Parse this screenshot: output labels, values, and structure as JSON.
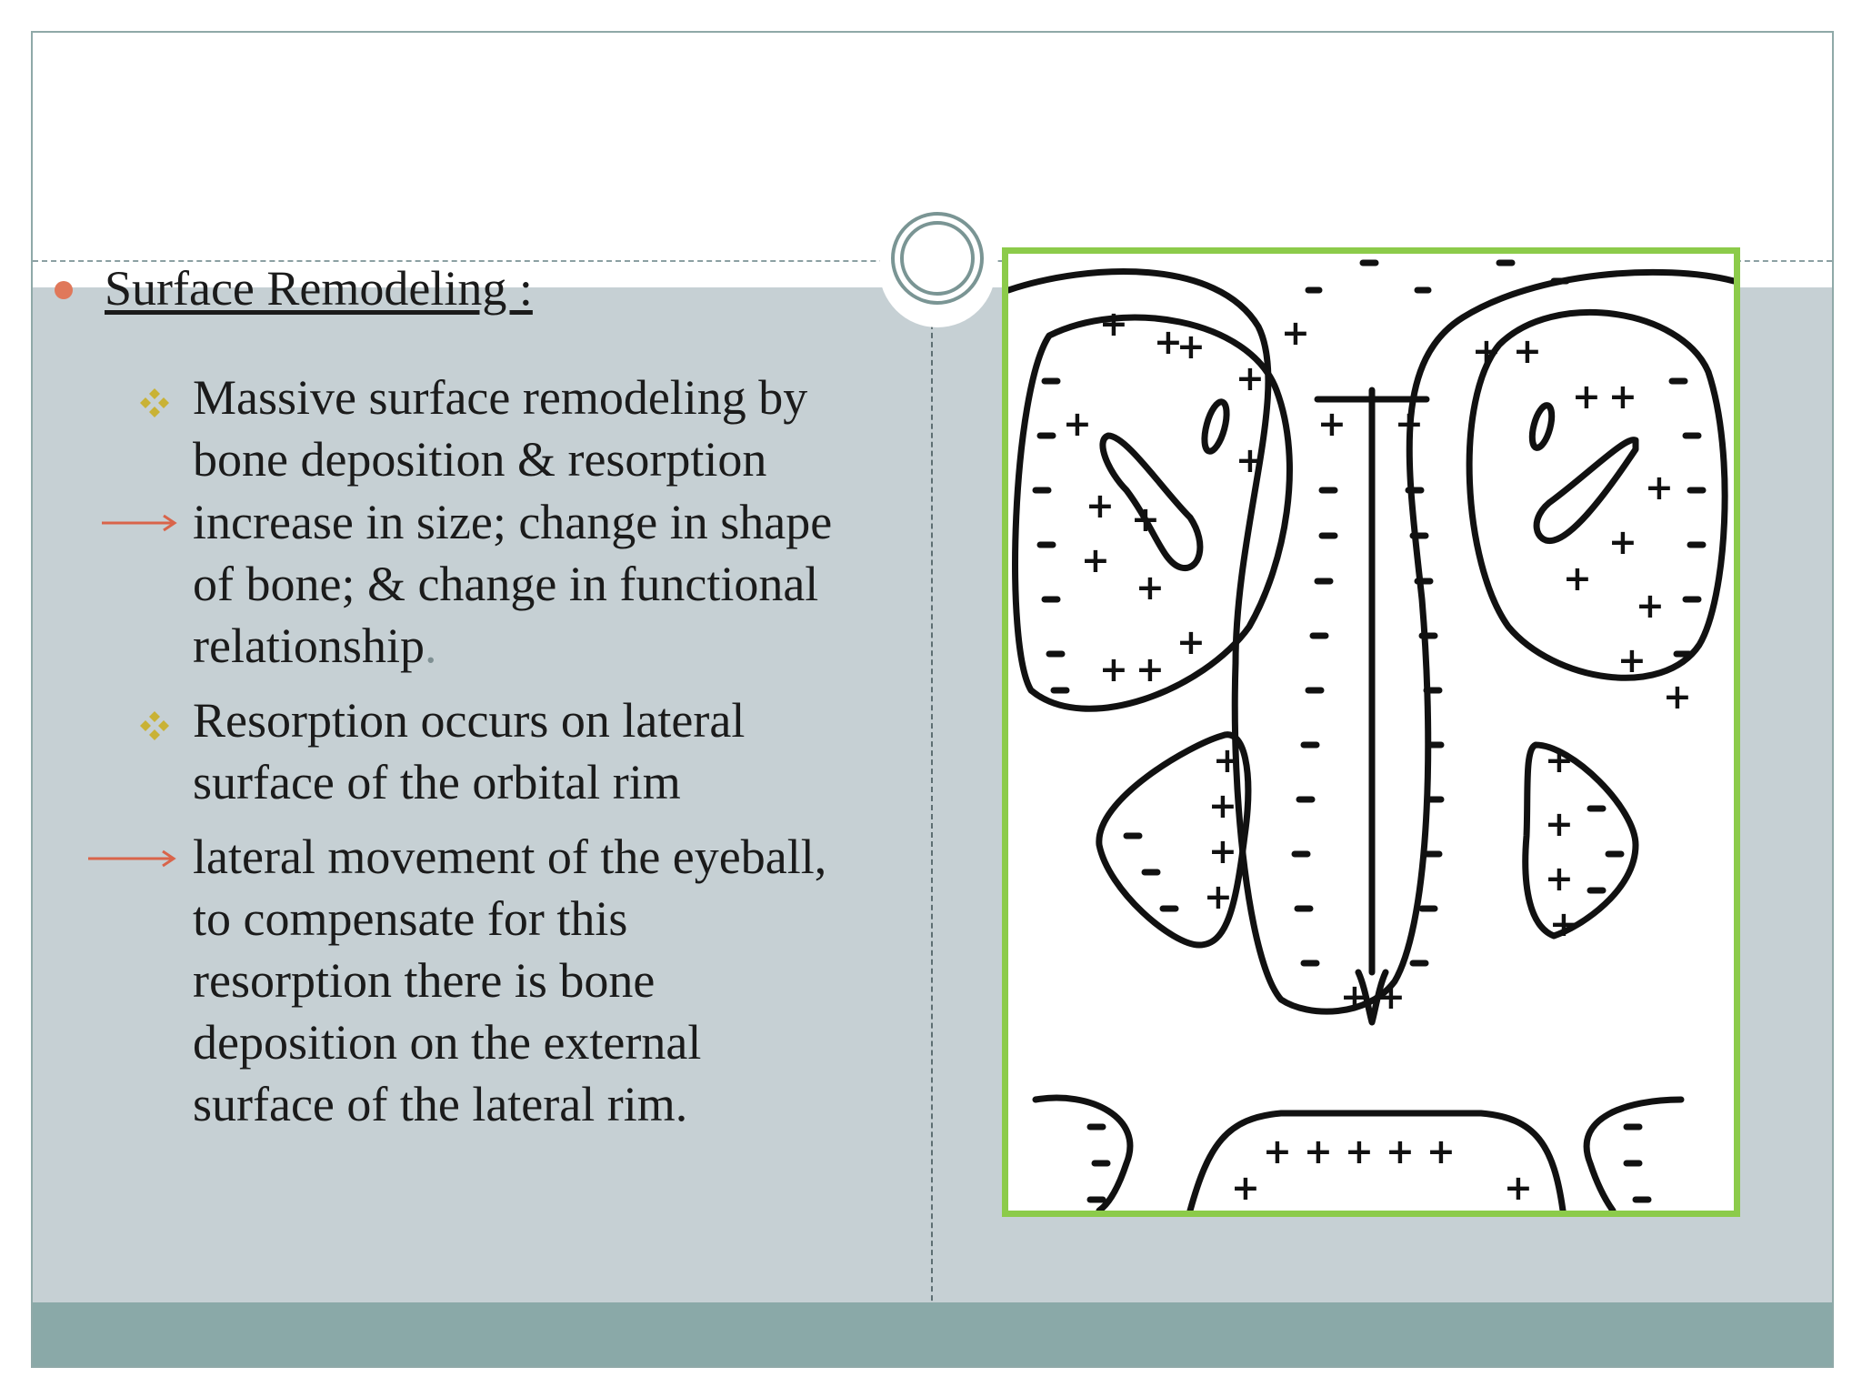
{
  "slide": {
    "heading": "Surface Remodeling :",
    "bullets": [
      {
        "lines": [
          "Massive surface remodeling by",
          "bone deposition & resorption",
          "increase in size; change in shape",
          "of bone; & change in functional",
          "relationship"
        ],
        "trailing_char": "."
      },
      {
        "lines": [
          "Resorption occurs on lateral",
          "surface of the orbital rim"
        ]
      }
    ],
    "followup_lines": [
      " lateral movement of the eyeball,",
      "to compensate for this",
      "resorption there is bone",
      "deposition on the external",
      "surface of the lateral rim."
    ]
  },
  "icons": {
    "heading_bullet": "circle-bullet-icon",
    "sub_bullet": "four-diamond-bullet-icon",
    "arrow": "right-arrow-icon",
    "title_ornament": "double-ring-icon"
  },
  "colors": {
    "content_panel": "#c6d0d4",
    "footer_bar": "#8aa9a8",
    "heading_bullet": "#e0785a",
    "sub_bullet": "#c9b235",
    "arrow": "#d9644a",
    "diagram_border": "#8ccb4a",
    "ring": "#7a9594"
  }
}
